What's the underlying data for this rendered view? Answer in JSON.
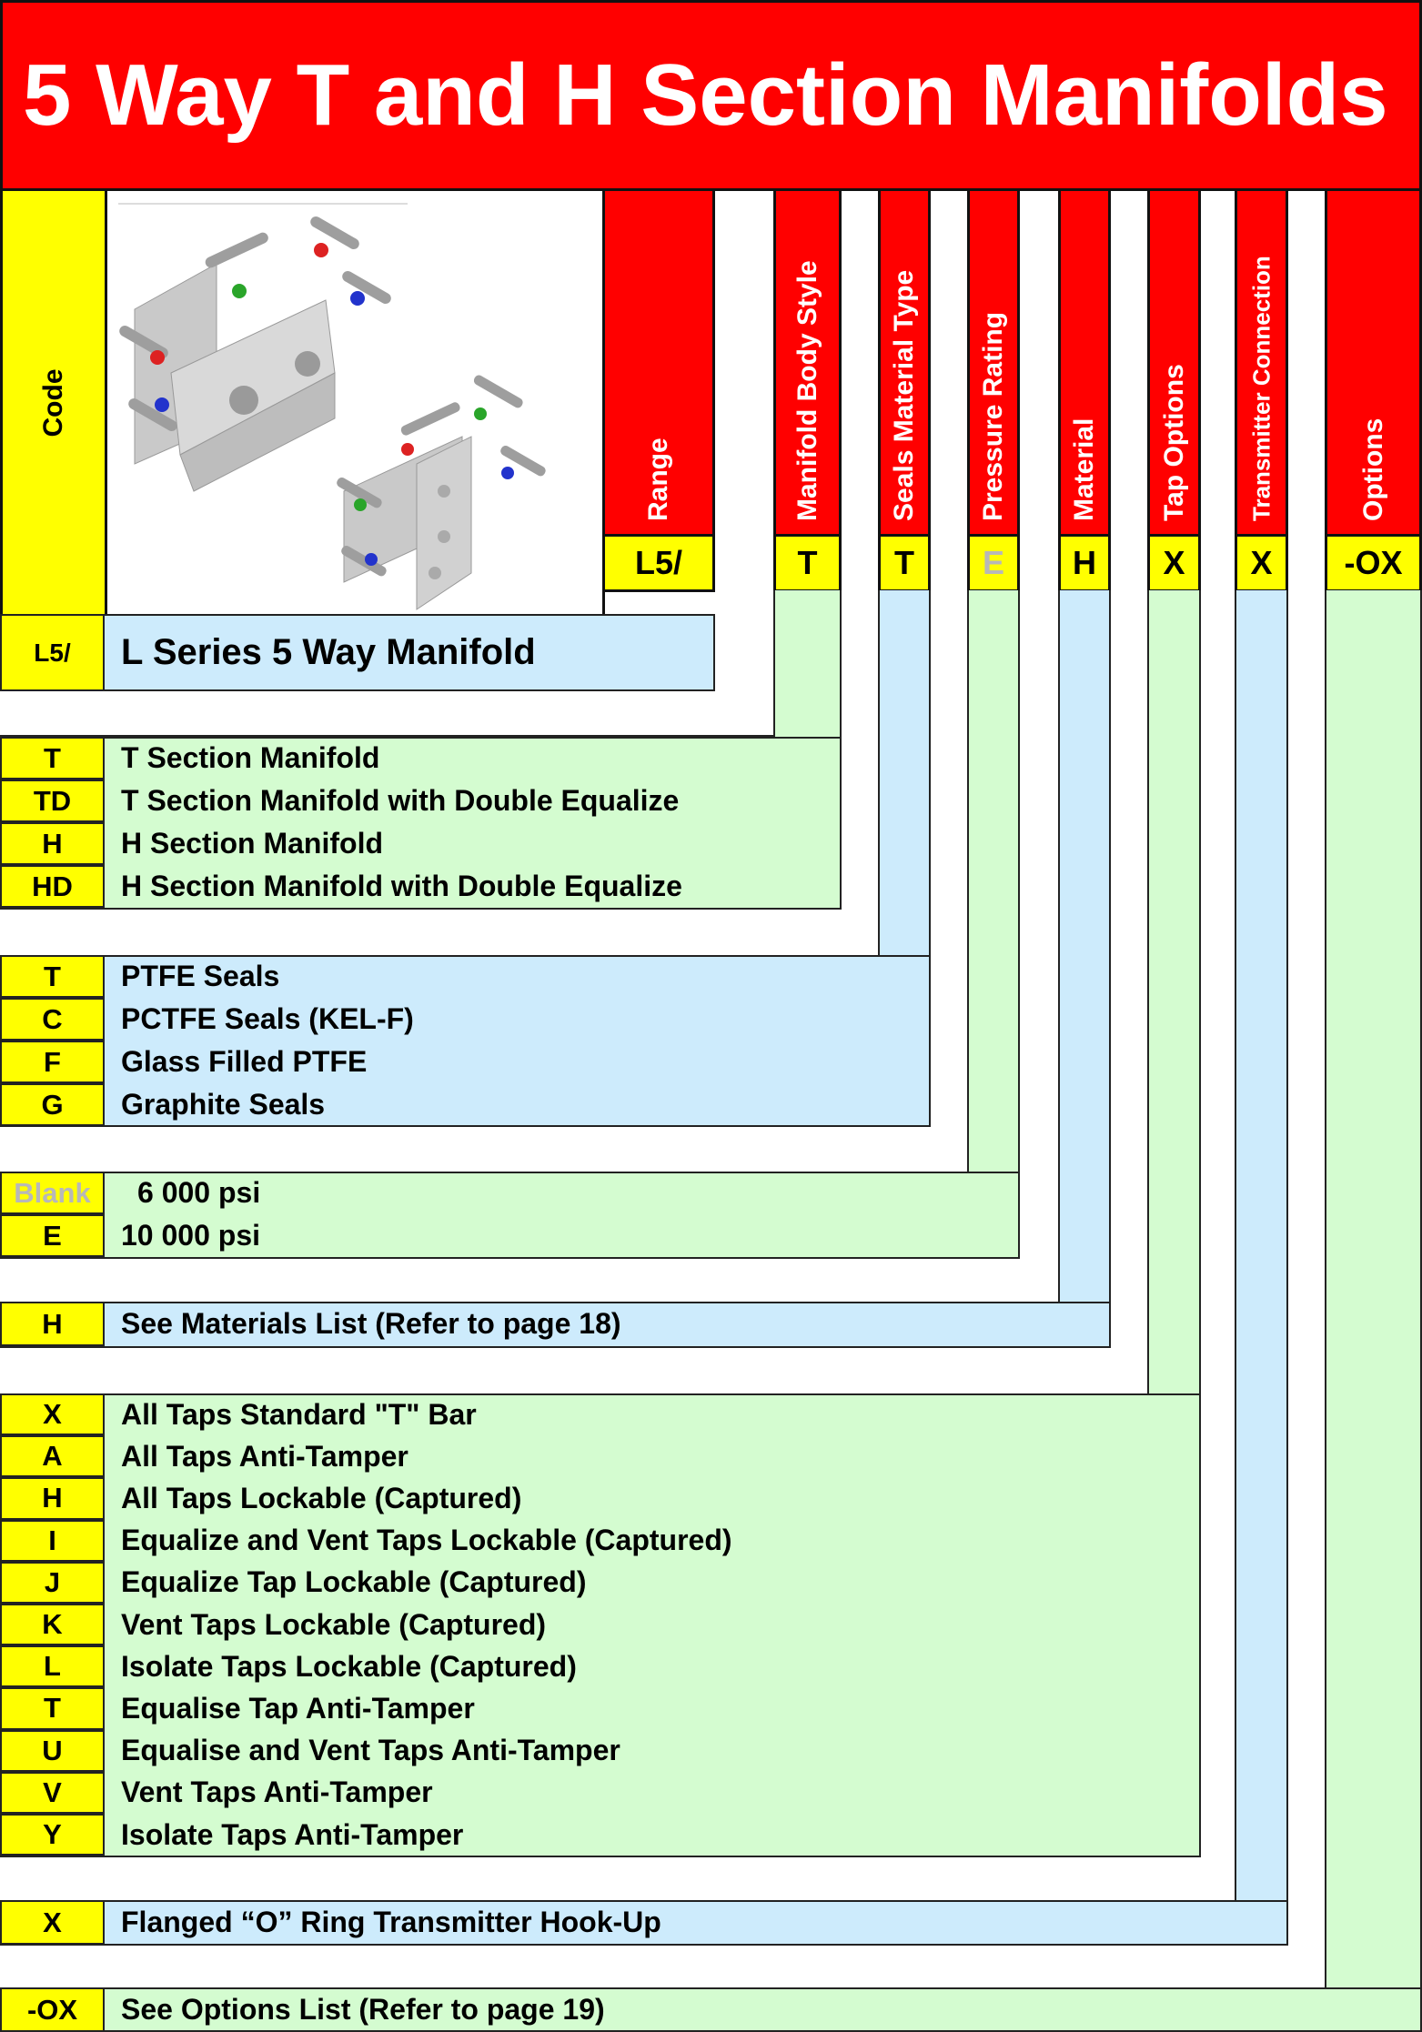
{
  "title": "5 Way T and H Section Manifolds",
  "colors": {
    "header_red": "#ff0000",
    "code_yellow": "#ffff00",
    "green": "#d4fcd0",
    "blue": "#cdebfc"
  },
  "code_header": "Code",
  "image_alt": "Two 5 way manifold product renders (T section and H section)",
  "columns": [
    {
      "label": "Range",
      "code": "L5/"
    },
    {
      "label": "Manifold Body Style",
      "code": "T"
    },
    {
      "label": "Seals Material Type",
      "code": "T"
    },
    {
      "label": "Pressure Rating",
      "code": "E"
    },
    {
      "label": "Material",
      "code": "H"
    },
    {
      "label": "Tap Options",
      "code": "X"
    },
    {
      "label": "Transmitter Connection",
      "code": "X"
    },
    {
      "label": "Options",
      "code": "-OX"
    }
  ],
  "sections": {
    "range": [
      {
        "code": "L5/",
        "desc": "L Series 5 Way Manifold"
      }
    ],
    "body_style": [
      {
        "code": "T",
        "desc": "T Section Manifold"
      },
      {
        "code": "TD",
        "desc": "T Section Manifold with Double Equalize"
      },
      {
        "code": "H",
        "desc": "H Section Manifold"
      },
      {
        "code": "HD",
        "desc": "H Section Manifold with Double Equalize"
      }
    ],
    "seals": [
      {
        "code": "T",
        "desc": "PTFE Seals"
      },
      {
        "code": "C",
        "desc": "PCTFE Seals (KEL-F)"
      },
      {
        "code": "F",
        "desc": "Glass Filled PTFE"
      },
      {
        "code": "G",
        "desc": "Graphite Seals"
      }
    ],
    "pressure": [
      {
        "code": "Blank",
        "desc": "6 000 psi"
      },
      {
        "code": "E",
        "desc": "10 000 psi"
      }
    ],
    "material": [
      {
        "code": "H",
        "desc": "See Materials List (Refer to page 18)"
      }
    ],
    "tap_options": [
      {
        "code": "X",
        "desc": "All Taps Standard \"T\" Bar"
      },
      {
        "code": "A",
        "desc": "All Taps Anti-Tamper"
      },
      {
        "code": "H",
        "desc": "All Taps Lockable (Captured)"
      },
      {
        "code": "I",
        "desc": "Equalize and Vent Taps Lockable (Captured)"
      },
      {
        "code": "J",
        "desc": "Equalize Tap Lockable (Captured)"
      },
      {
        "code": "K",
        "desc": "Vent Taps Lockable (Captured)"
      },
      {
        "code": "L",
        "desc": "Isolate Taps Lockable (Captured)"
      },
      {
        "code": "T",
        "desc": "Equalise Tap Anti-Tamper"
      },
      {
        "code": "U",
        "desc": "Equalise and Vent Taps Anti-Tamper"
      },
      {
        "code": "V",
        "desc": "Vent Taps Anti-Tamper"
      },
      {
        "code": "Y",
        "desc": "Isolate Taps Anti-Tamper"
      }
    ],
    "transmitter": [
      {
        "code": "X",
        "desc": "Flanged “O” Ring Transmitter Hook-Up"
      }
    ],
    "options": [
      {
        "code": "-OX",
        "desc": "See Options List (Refer to page 19)"
      }
    ]
  }
}
